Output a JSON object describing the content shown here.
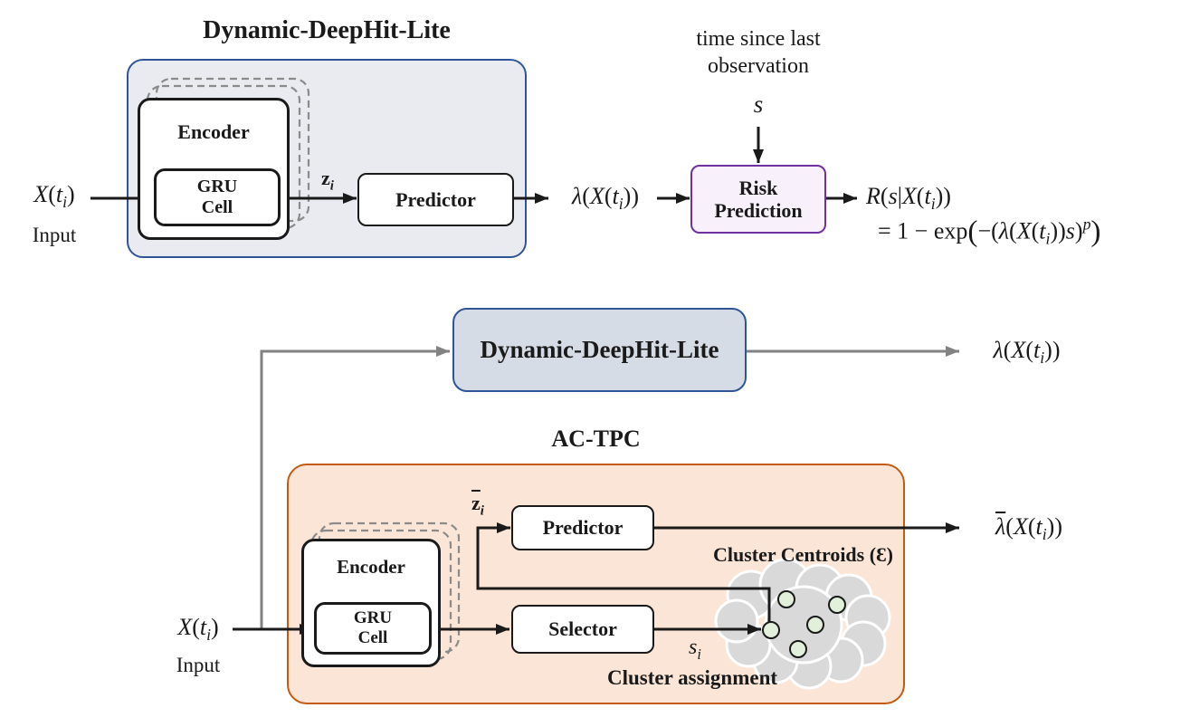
{
  "colors": {
    "ink": "#1a1a1a",
    "blue-border": "#2F5597",
    "blue-fill-light": "#E9EBF1",
    "blue-fill-mid": "#D6DCE6",
    "purple-border": "#7030A0",
    "purple-fill": "#F8F1FB",
    "orange-border": "#C55A11",
    "orange-fill": "#FBE5D6",
    "gray-line": "#828282",
    "cloud-fill": "#D9D9D9",
    "centroid-fill": "#E2EFDA"
  },
  "top": {
    "title": "Dynamic-DeepHit-Lite",
    "input_math_html": "<i>X</i>(<i>t</i><sub><i>i</i></sub>)",
    "input_caption": "Input",
    "encoder_label": "Encoder",
    "gru_label_html": "GRU<br>Cell",
    "z_label_html": "<b>z</b><sub><i>i</i></sub>",
    "predictor_label": "Predictor",
    "lambda_out_html": "<i>λ</i>(<i>X</i>(<i>t</i><sub><i>i</i></sub>))",
    "time_note_html": "time since last<br>observation",
    "s_label_html": "<i>s</i>",
    "risk_label_html": "Risk<br>Prediction",
    "formula_line1_html": "<i>R</i>(<i>s</i>|<i>X</i>(<i>t</i><sub><i>i</i></sub>))",
    "formula_line2_html": "= 1 − exp<span class='bigp'>(</span>−(<i>λ</i>(<i>X</i>(<i>t</i><sub><i>i</i></sub>))<i>s</i>)<sup><i>p</i></sup><span class='bigp'>)</span>"
  },
  "middle": {
    "box_label": "Dynamic-DeepHit-Lite",
    "lambda_out_html": "<i>λ</i>(<i>X</i>(<i>t</i><sub><i>i</i></sub>))"
  },
  "bottom": {
    "title": "AC-TPC",
    "input_math_html": "<i>X</i>(<i>t</i><sub><i>i</i></sub>)",
    "input_caption": "Input",
    "encoder_label": "Encoder",
    "gru_label_html": "GRU<br>Cell",
    "zbar_label_html": "<span class='ov'><b>z</b></span><sub><i>i</i></sub>",
    "predictor_label": "Predictor",
    "selector_label": "Selector",
    "s_label_html": "<i>s</i><sub><i>i</i></sub>",
    "lambdabar_out_html": "<span class='ov'><i>λ</i></span>(<i>X</i>(<i>t</i><sub><i>i</i></sub>))",
    "centroids_caption": "Cluster Centroids (Ɛ)",
    "assignment_caption": "Cluster assignment"
  }
}
